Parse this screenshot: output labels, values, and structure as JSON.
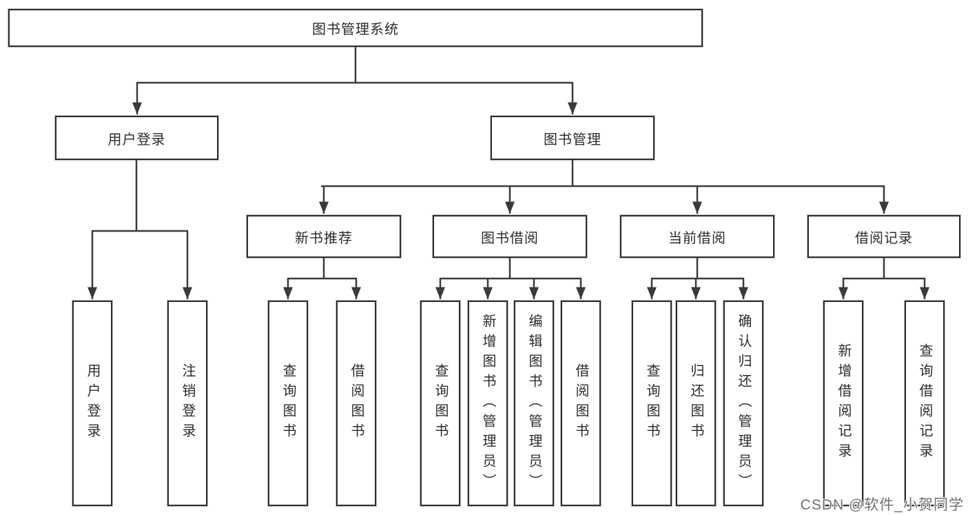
{
  "tree": {
    "label": "图书管理系统",
    "children": [
      {
        "label": "用户登录",
        "children": [
          {
            "label": "用户登录"
          },
          {
            "label": "注销登录"
          }
        ]
      },
      {
        "label": "图书管理",
        "children": [
          {
            "label": "新书推荐",
            "children": [
              {
                "label": "查询图书"
              },
              {
                "label": "借阅图书"
              }
            ]
          },
          {
            "label": "图书借阅",
            "children": [
              {
                "label": "查询图书"
              },
              {
                "label": "新增图书（管理员）"
              },
              {
                "label": "编辑图书（管理员）"
              },
              {
                "label": "借阅图书"
              }
            ]
          },
          {
            "label": "当前借阅",
            "children": [
              {
                "label": "查询图书"
              },
              {
                "label": "归还图书"
              },
              {
                "label": "确认归还（管理员）"
              }
            ]
          },
          {
            "label": "借阅记录",
            "children": [
              {
                "label": "新增借阅记录"
              },
              {
                "label": "查询借阅记录"
              }
            ]
          }
        ]
      }
    ]
  },
  "watermark": {
    "text": "CSDN @软件_小贺同学"
  },
  "colors": {
    "line": "#3a3a3a",
    "box_border": "#2d2d2d",
    "box_fill": "#ffffff",
    "text": "#2b2b2b",
    "watermark": "#6f6f6f"
  }
}
